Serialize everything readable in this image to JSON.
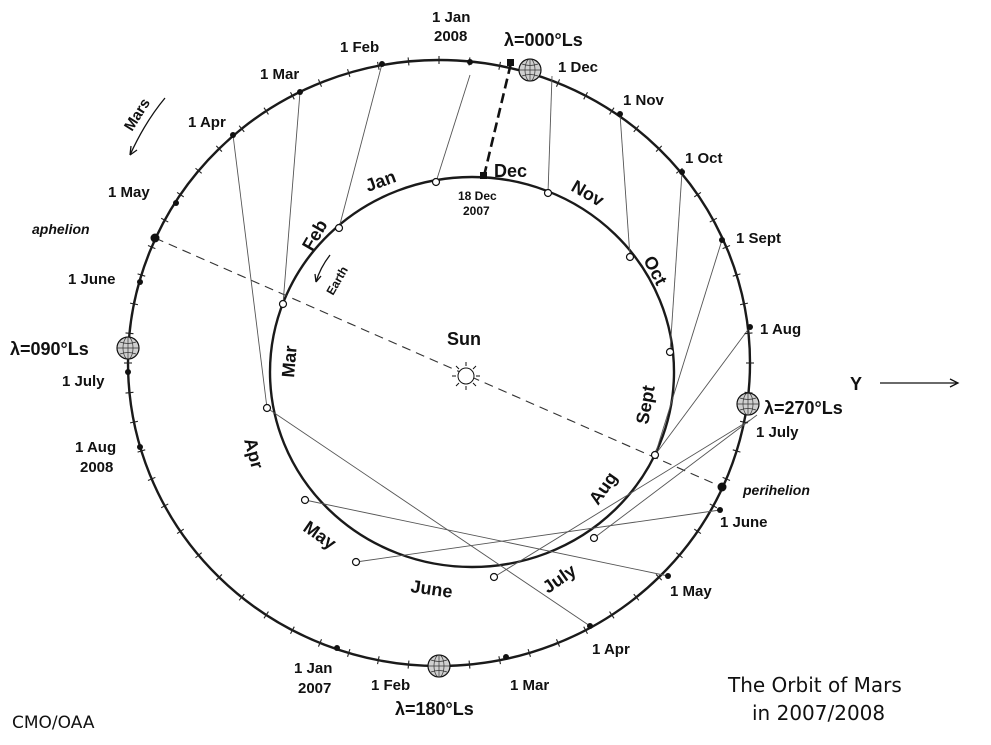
{
  "title": {
    "line1": "The Orbit of Mars",
    "line2": "in 2007/2008"
  },
  "credit": "CMO/OAA",
  "labels": {
    "sun": "Sun",
    "mars": "Mars",
    "earth": "Earth",
    "aphelion": "aphelion",
    "perihelion": "perihelion",
    "aries_symbol": "Υ",
    "earth_date_line1": "18 Dec",
    "earth_date_line2": "2007"
  },
  "lambda_labels": {
    "ls000": "λ=000°Ls",
    "ls090": "λ=090°Ls",
    "ls180": "λ=180°Ls",
    "ls270": "λ=270°Ls"
  },
  "mars_dates": {
    "jan2008_l1": "1 Jan",
    "jan2008_l2": "2008",
    "feb2008": "1 Feb",
    "mar2008": "1 Mar",
    "apr2008": "1 Apr",
    "may2008": "1 May",
    "jun2008": "1 June",
    "jul2008": "1 July",
    "aug2008_l1": "1 Aug",
    "aug2008_l2": "2008",
    "dec2007": "1 Dec",
    "nov2007": "1 Nov",
    "oct2007": "1 Oct",
    "sep2007": "1 Sept",
    "aug2007": "1 Aug",
    "jul2007": "1 July",
    "jun2007": "1 June",
    "may2007": "1 May",
    "apr2007": "1 Apr",
    "mar2007": "1 Mar",
    "feb2007": "1 Feb",
    "jan2007_l1": "1 Jan",
    "jan2007_l2": "2007"
  },
  "earth_months": {
    "jan": "Jan",
    "feb": "Feb",
    "mar": "Mar",
    "apr": "Apr",
    "may": "May",
    "june": "June",
    "july": "July",
    "aug": "Aug",
    "sept": "Sept",
    "oct": "Oct",
    "nov": "Nov",
    "dec": "Dec"
  }
}
